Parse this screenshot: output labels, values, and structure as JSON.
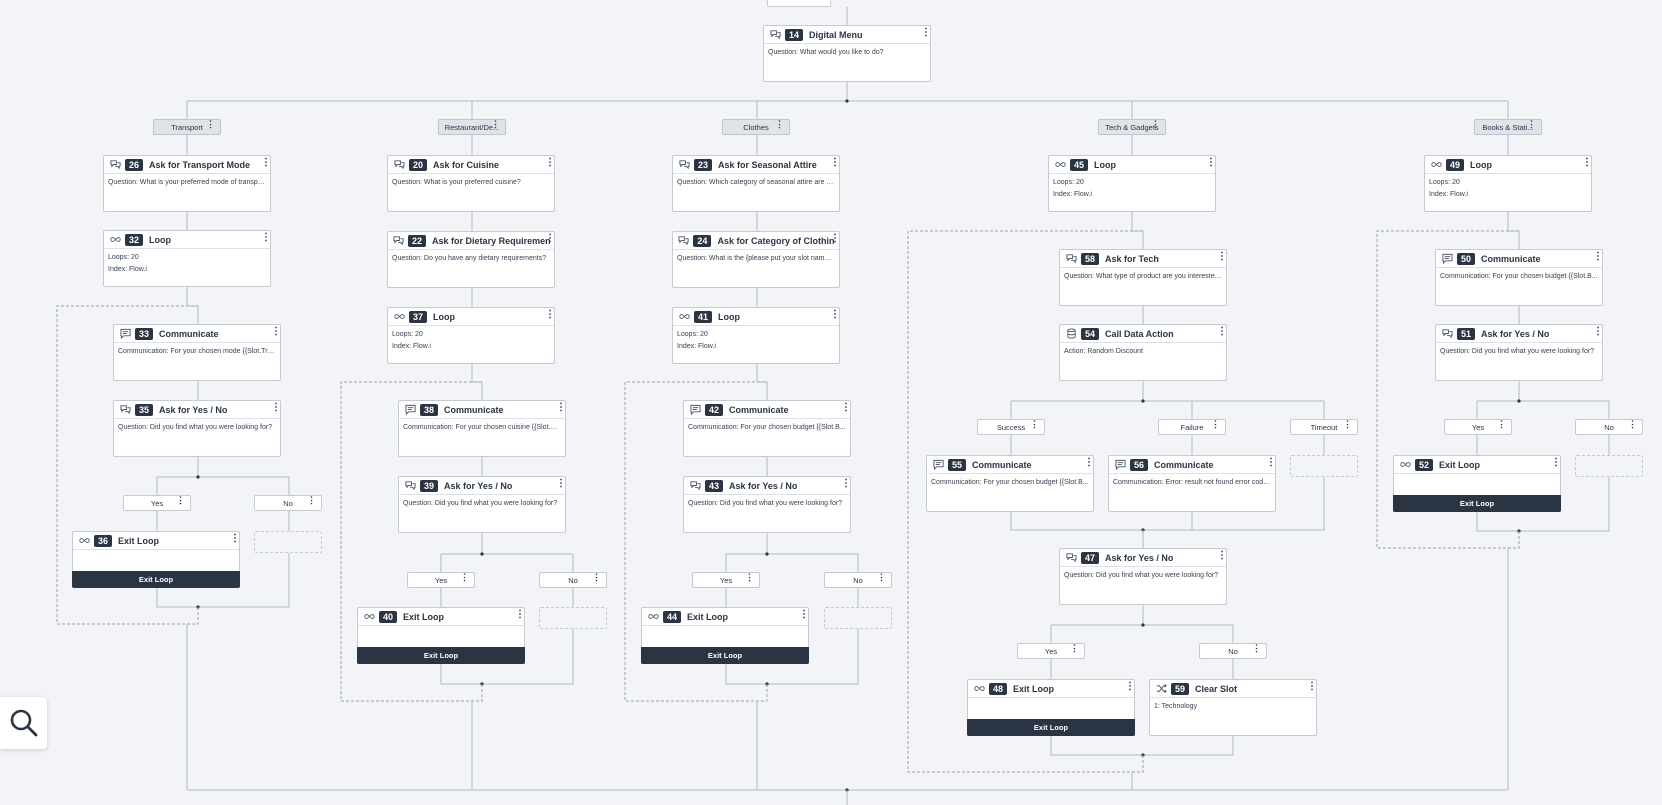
{
  "nodes": {
    "n14": {
      "num": "14",
      "title": "Digital Menu",
      "lines": [
        "Question: What would you like to do?"
      ]
    },
    "n26": {
      "num": "26",
      "title": "Ask for Transport Mode",
      "lines": [
        "Question: What is your preferred mode of transpor..."
      ]
    },
    "n32": {
      "num": "32",
      "title": "Loop",
      "lines": [
        "Loops: 20",
        "Index: Flow.i"
      ]
    },
    "n33": {
      "num": "33",
      "title": "Communicate",
      "lines": [
        "Communication: For your chosen mode {{Slot.Tra..."
      ]
    },
    "n35": {
      "num": "35",
      "title": "Ask for Yes / No",
      "lines": [
        "Question: Did you find what you were looking for?"
      ]
    },
    "n36": {
      "num": "36",
      "title": "Exit Loop",
      "lines": [],
      "button": "Exit Loop"
    },
    "n20": {
      "num": "20",
      "title": "Ask for Cuisine",
      "lines": [
        "Question: What is your preferred cuisine?"
      ]
    },
    "n22": {
      "num": "22",
      "title": "Ask for Dietary Requirements",
      "lines": [
        "Question: Do you have any dietary requirements?"
      ]
    },
    "n37": {
      "num": "37",
      "title": "Loop",
      "lines": [
        "Loops: 20",
        "Index: Flow.i"
      ]
    },
    "n38": {
      "num": "38",
      "title": "Communicate",
      "lines": [
        "Communication: For your chosen cuisine {{Slot.Cu..."
      ]
    },
    "n39": {
      "num": "39",
      "title": "Ask for Yes / No",
      "lines": [
        "Question: Did you find what you were looking for?"
      ]
    },
    "n40": {
      "num": "40",
      "title": "Exit Loop",
      "lines": [],
      "button": "Exit Loop"
    },
    "n23": {
      "num": "23",
      "title": "Ask for Seasonal Attire",
      "lines": [
        "Question: Which category of seasonal attire are y..."
      ]
    },
    "n24": {
      "num": "24",
      "title": "Ask for Category of Clothing",
      "lines": [
        "Question: What is the {please put your slot name ..."
      ]
    },
    "n41": {
      "num": "41",
      "title": "Loop",
      "lines": [
        "Loops: 20",
        "Index: Flow.i"
      ]
    },
    "n42": {
      "num": "42",
      "title": "Communicate",
      "lines": [
        "Communication: For your chosen budget {{Slot.B..."
      ]
    },
    "n43": {
      "num": "43",
      "title": "Ask for Yes / No",
      "lines": [
        "Question: Did you find what you were looking for?"
      ]
    },
    "n44": {
      "num": "44",
      "title": "Exit Loop",
      "lines": [],
      "button": "Exit Loop"
    },
    "n45": {
      "num": "45",
      "title": "Loop",
      "lines": [
        "Loops: 20",
        "Index: Flow.i"
      ]
    },
    "n58": {
      "num": "58",
      "title": "Ask for Tech",
      "lines": [
        "Question: What type of product are you interested ..."
      ]
    },
    "n54": {
      "num": "54",
      "title": "Call Data Action",
      "lines": [
        "Action: Random Discount"
      ]
    },
    "n55": {
      "num": "55",
      "title": "Communicate",
      "lines": [
        "Communication: For your chosen budget {{Slot.B..."
      ]
    },
    "n56": {
      "num": "56",
      "title": "Communicate",
      "lines": [
        "Communication: Error: result not found error code:..."
      ]
    },
    "n47": {
      "num": "47",
      "title": "Ask for Yes / No",
      "lines": [
        "Question: Did you find what you were looking for?"
      ]
    },
    "n48": {
      "num": "48",
      "title": "Exit Loop",
      "lines": [],
      "button": "Exit Loop"
    },
    "n59": {
      "num": "59",
      "title": "Clear Slot",
      "lines": [
        "1: Technology"
      ]
    },
    "n49": {
      "num": "49",
      "title": "Loop",
      "lines": [
        "Loops: 20",
        "Index: Flow.i"
      ]
    },
    "n50": {
      "num": "50",
      "title": "Communicate",
      "lines": [
        "Communication: For your chosen budget {{Slot.B..."
      ]
    },
    "n51": {
      "num": "51",
      "title": "Ask for Yes / No",
      "lines": [
        "Question: Did you find what you were looking for?"
      ]
    },
    "n52": {
      "num": "52",
      "title": "Exit Loop",
      "lines": [],
      "button": "Exit Loop"
    }
  },
  "branches": {
    "transport": "Transport",
    "restaurant": "Restaurant/De...",
    "clothes": "Clothes",
    "tech": "Tech & Gadgets",
    "books": "Books & Stati...",
    "yes": "Yes",
    "no": "No",
    "success": "Success",
    "failure": "Failure",
    "timeout": "Timeout"
  },
  "icons": {
    "question": "question-bubbles-icon",
    "loop": "loop-infinity-icon",
    "communicate": "chat-message-icon",
    "data": "database-icon",
    "clear": "shuffle-icon",
    "search": "search-icon"
  },
  "colors": {
    "canvas": "#f2f4f8",
    "node_border": "#c5cad3",
    "badge": "#2b3443",
    "connector": "#b3b9c4",
    "branch_grey": "#dfe3ea"
  }
}
